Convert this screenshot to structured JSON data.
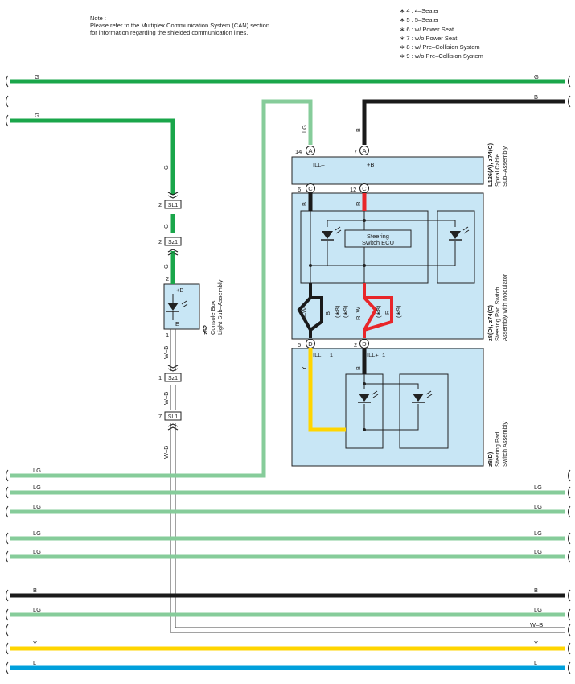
{
  "note": {
    "title": "Note :",
    "line1": "Please refer to the Multiplex Communication System (CAN) section",
    "line2": "for information regarding the shielded communication lines."
  },
  "legend": [
    "∗ 4 : 4–Seater",
    "∗ 5 : 5–Seater",
    "∗ 6 : w/ Power Seat",
    "∗ 7 : w/o Power Seat",
    "∗ 8 : w/ Pre–Collision System",
    "∗ 9 : w/o Pre–Collision System"
  ],
  "colors": {
    "G": "#1aa64a",
    "LG": "#86cc9a",
    "B": "#1a1a1a",
    "R": "#e8262a",
    "Y": "#ffd500",
    "L": "#00a0dc",
    "WB": "#444444",
    "box_fill": "#c8e6f5"
  },
  "wires": {
    "top_g_left": "G",
    "top_g_right": "G",
    "top_b_right": "B",
    "g2_left": "G",
    "g_vert1": "G",
    "g_vert2": "G",
    "g_vert3": "G",
    "lg_vert": "LG",
    "b_vert": "B",
    "b_6c": "B",
    "r_12c": "R",
    "bw": "B–W",
    "b_inner": "B",
    "rw": "R–W",
    "r_inner": "R",
    "star8": "(∗8)",
    "star9": "(∗9)",
    "y_vert": "Y",
    "b_pad": "B",
    "wb1": "W–B",
    "wb2": "W–B",
    "wb3": "W–B",
    "bus": [
      {
        "left": "LG",
        "right": ""
      },
      {
        "left": "LG",
        "right": "LG"
      },
      {
        "left": "LG",
        "right": "LG"
      },
      {
        "left": "LG",
        "right": "LG"
      },
      {
        "left": "LG",
        "right": "LG"
      },
      {
        "left": "B",
        "right": "B"
      },
      {
        "left": "LG",
        "right": "LG"
      },
      {
        "left": "",
        "right": "W–B"
      },
      {
        "left": "Y",
        "right": "Y"
      },
      {
        "left": "L",
        "right": "L"
      }
    ]
  },
  "connectors": {
    "sl1_a": {
      "label": "SL1",
      "pin": "2"
    },
    "sz1_a": {
      "label": "Sz1",
      "pin": "2"
    },
    "sz1_b": {
      "label": "Sz1",
      "pin": "1"
    },
    "sl1_b": {
      "label": "SL1",
      "pin": "7"
    }
  },
  "console_box": {
    "pin_top": "2",
    "pin_bottom": "1",
    "plus_b": "+B",
    "e": "E",
    "id": "z52",
    "name1": "Console Box",
    "name2": "Light Sub–Assembly"
  },
  "spiral_cable": {
    "pin14": "14",
    "letterA1": "A",
    "pin7": "7",
    "letterA2": "A",
    "ill_minus": "ILL–",
    "plus_b": "+B",
    "id": "L126(A), z74(C)",
    "name1": "Spiral Cable",
    "name2": "Sub–Assembly"
  },
  "switch_assy": {
    "pin6": "6",
    "letterC1": "C",
    "pin12": "12",
    "letterC2": "C",
    "ecu_line1": "Steering",
    "ecu_line2": "Switch ECU",
    "id": "z8(D), z74(C)",
    "name1": "Steering Pad Switch",
    "name2": "Assembly with Modulator"
  },
  "pad_switch": {
    "pin5": "5",
    "letterD1": "D",
    "pin2": "2",
    "letterD2": "D",
    "ill_m1": "ILL– –1",
    "ill_p1": "ILL+–1",
    "id": "z8(D)",
    "name1": "Steering Pad",
    "name2": "Switch Assembly"
  }
}
